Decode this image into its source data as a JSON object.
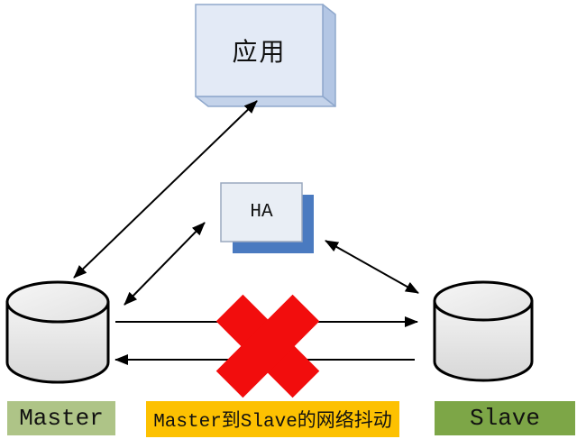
{
  "diagram": {
    "app": {
      "label": "应用"
    },
    "ha": {
      "label": "HA"
    },
    "master": {
      "label": "Master"
    },
    "slave": {
      "label": "Slave"
    },
    "note": {
      "label": "Master到Slave的网络抖动"
    }
  },
  "colors": {
    "app_face": "#e3eaf6",
    "app_side": "#b3c6e4",
    "app_bottom": "#c4d3ea",
    "app_edge": "#8fa8cc",
    "ha_front": "#e9eef5",
    "ha_front_edge": "#9aa8bf",
    "ha_back": "#4a7ac0",
    "cross_red": "#f20d0d",
    "master_bg": "#aec487",
    "slave_bg": "#7da647",
    "note_bg": "#fdc101",
    "arrow": "#000000",
    "cylinder_stroke": "#000000"
  }
}
